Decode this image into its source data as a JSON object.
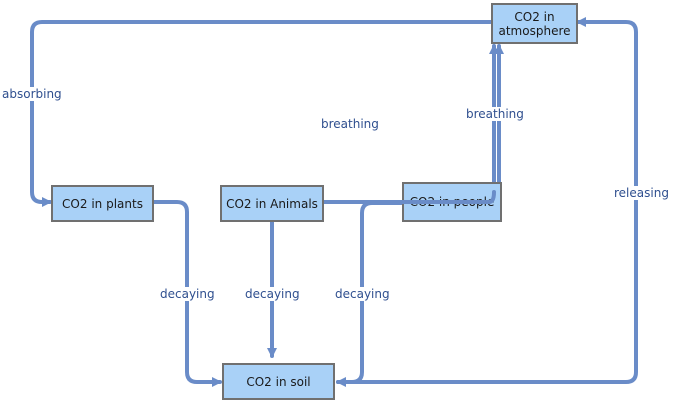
{
  "colors": {
    "edge": "#6a8cc8",
    "node_fill": "#a9d1f7",
    "node_border": "#707070",
    "label_text": "#2f4f8f"
  },
  "nodes": {
    "atmosphere": {
      "label": "CO2 in\natmosphere"
    },
    "plants": {
      "label": "CO2 in plants"
    },
    "animals": {
      "label": "CO2 in Animals"
    },
    "people": {
      "label": "CO2 in people"
    },
    "soil": {
      "label": "CO2 in soil"
    }
  },
  "edges": {
    "absorbing": "absorbing",
    "breathing_animals": "breathing",
    "breathing_people": "breathing",
    "releasing": "releasing",
    "decaying_plants": "decaying",
    "decaying_animals": "decaying",
    "decaying_people": "decaying"
  }
}
